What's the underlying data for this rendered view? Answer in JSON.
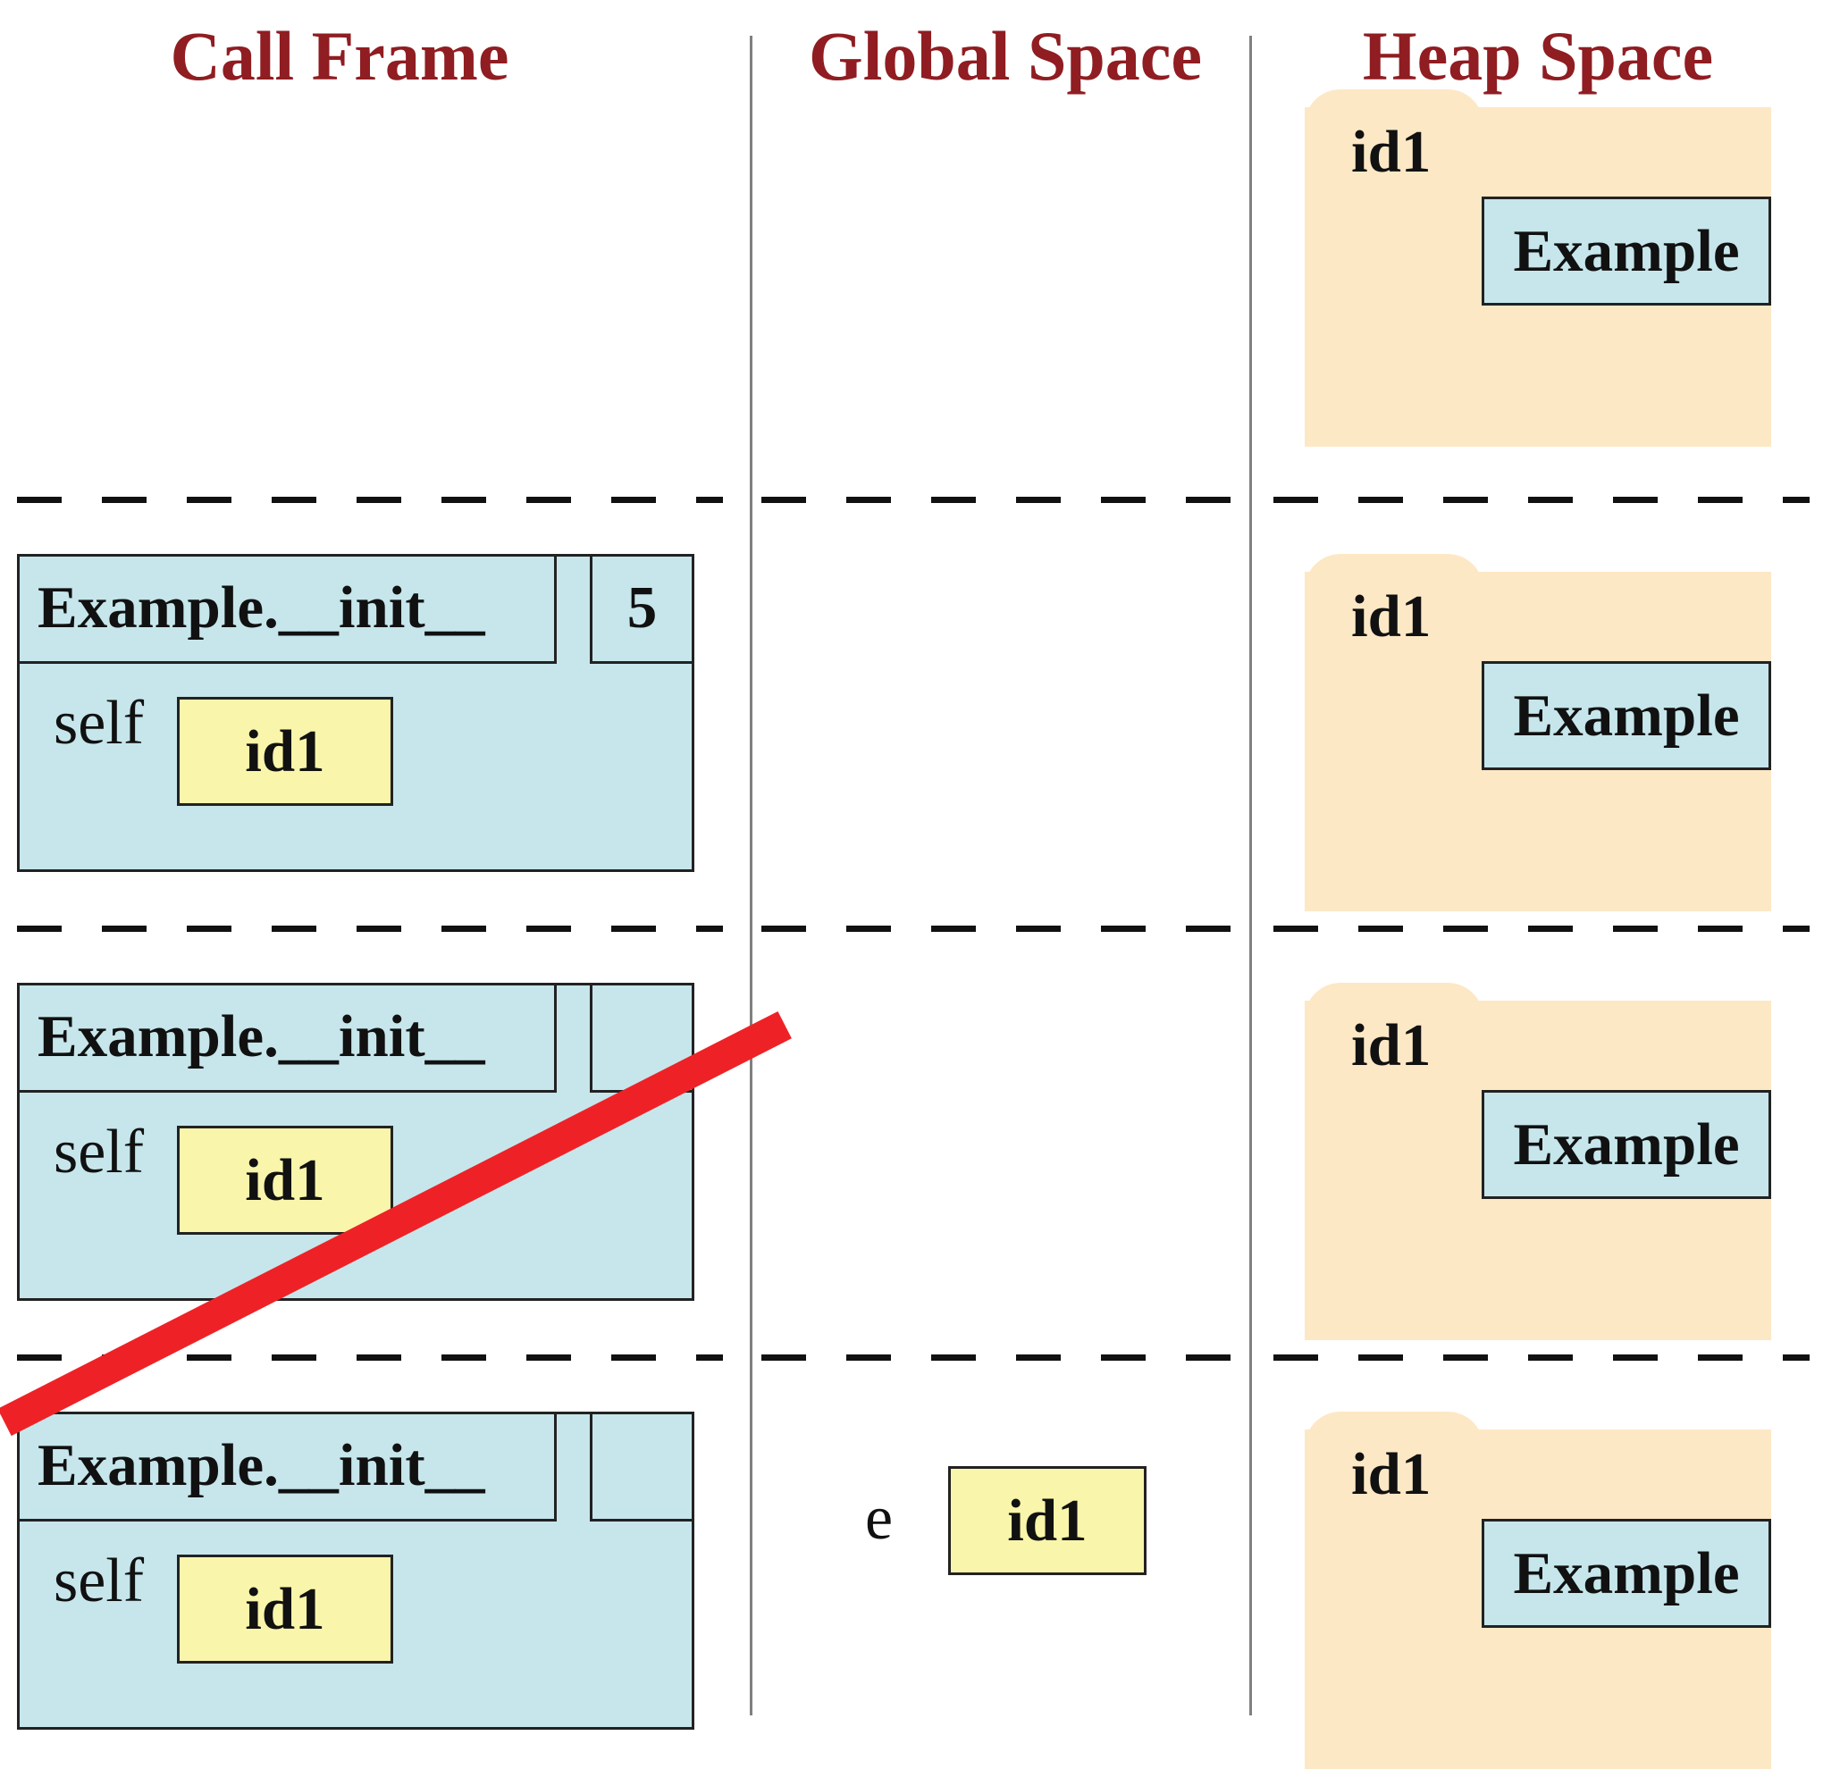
{
  "headers": {
    "call_frame": "Call Frame",
    "global_space": "Global Space",
    "heap_space": "Heap Space"
  },
  "colors": {
    "header": "#8f1d21",
    "frame_fill": "#c6e6eb",
    "id_fill": "#f9f5aa",
    "folder_fill": "#fde8c6",
    "strike": "#ee2226"
  },
  "rows": [
    {
      "heap": {
        "id": "id1",
        "class": "Example"
      }
    },
    {
      "frame": {
        "name": "Example.__init__",
        "line": "5",
        "var": "self",
        "value": "id1"
      },
      "heap": {
        "id": "id1",
        "class": "Example"
      }
    },
    {
      "frame": {
        "name": "Example.__init__",
        "line": "",
        "var": "self",
        "value": "id1"
      },
      "heap": {
        "id": "id1",
        "class": "Example"
      }
    },
    {
      "frame": {
        "name": "Example.__init__",
        "line": "",
        "var": "self",
        "value": "id1",
        "erased": true
      },
      "global": {
        "var": "e",
        "value": "id1"
      },
      "heap": {
        "id": "id1",
        "class": "Example"
      }
    }
  ]
}
